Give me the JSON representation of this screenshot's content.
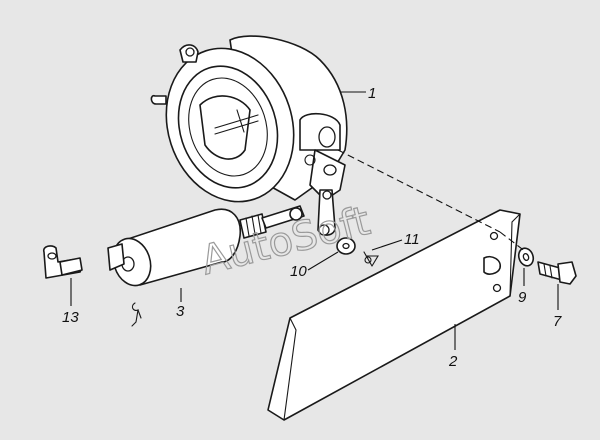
{
  "figure": {
    "callouts": [
      "1",
      "2",
      "3",
      "7",
      "9",
      "10",
      "11",
      "13"
    ],
    "watermark": "AutoSoft"
  },
  "colors": {
    "background": "#e7e7e7",
    "line": "#1a1a1a",
    "part_fill": "#ffffff",
    "watermark": "#9a9a9a"
  }
}
